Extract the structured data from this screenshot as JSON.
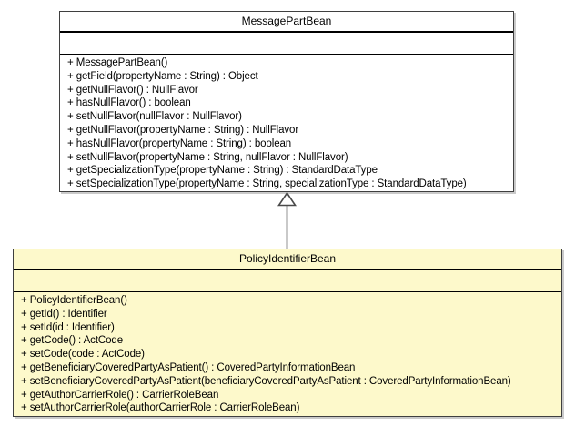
{
  "diagram": {
    "kind": "uml-class-diagram",
    "relationship": {
      "type": "generalization",
      "from": "PolicyIdentifierBean",
      "to": "MessagePartBean"
    },
    "colors": {
      "superclass_fill": "#ffffff",
      "subclass_fill": "#fdf9cb",
      "box_border": "#3f3f3f",
      "compartment_separator": "#000000",
      "arrow_stroke": "#4a4a4a",
      "shadow": "#9e9e9e"
    }
  },
  "superclass": {
    "name": "MessagePartBean",
    "attributes": [],
    "methods": [
      "+ MessagePartBean()",
      "+ getField(propertyName : String) : Object",
      "+ getNullFlavor() : NullFlavor",
      "+ hasNullFlavor() : boolean",
      "+ setNullFlavor(nullFlavor : NullFlavor)",
      "+ getNullFlavor(propertyName : String) : NullFlavor",
      "+ hasNullFlavor(propertyName : String) : boolean",
      "+ setNullFlavor(propertyName : String, nullFlavor : NullFlavor)",
      "+ getSpecializationType(propertyName : String) : StandardDataType",
      "+ setSpecializationType(propertyName : String, specializationType : StandardDataType)"
    ]
  },
  "subclass": {
    "name": "PolicyIdentifierBean",
    "attributes": [],
    "methods": [
      "+ PolicyIdentifierBean()",
      "+ getId() : Identifier",
      "+ setId(id : Identifier)",
      "+ getCode() : ActCode",
      "+ setCode(code : ActCode)",
      "+ getBeneficiaryCoveredPartyAsPatient() : CoveredPartyInformationBean",
      "+ setBeneficiaryCoveredPartyAsPatient(beneficiaryCoveredPartyAsPatient : CoveredPartyInformationBean)",
      "+ getAuthorCarrierRole() : CarrierRoleBean",
      "+ setAuthorCarrierRole(authorCarrierRole : CarrierRoleBean)"
    ]
  }
}
